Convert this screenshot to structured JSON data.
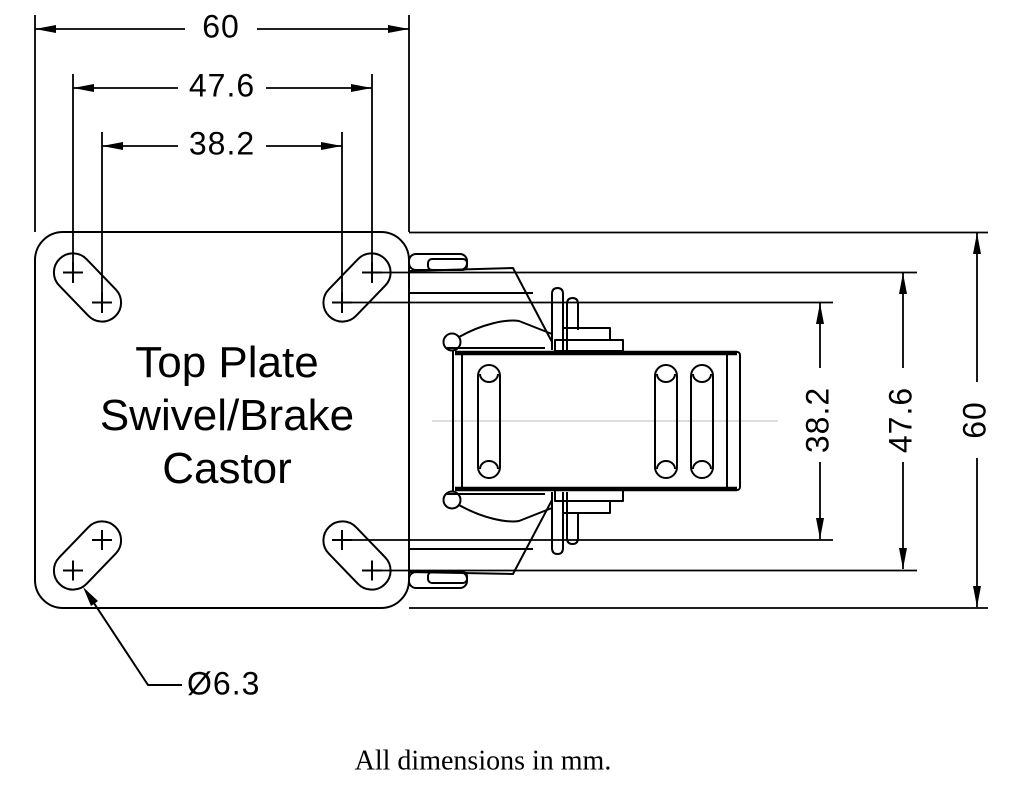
{
  "drawing": {
    "title_note": "All dimensions in mm.",
    "plate_label": [
      "Top Plate",
      "Swivel/Brake",
      "Castor"
    ],
    "hole_label": "Ø6.3",
    "dims_top": {
      "outer": "60",
      "middle": "47.6",
      "inner": "38.2"
    },
    "dims_right": {
      "inner": "38.2",
      "middle": "47.6",
      "outer": "60"
    },
    "colors": {
      "line": "#000000",
      "background": "#ffffff",
      "centerline": "#dddddd"
    }
  }
}
